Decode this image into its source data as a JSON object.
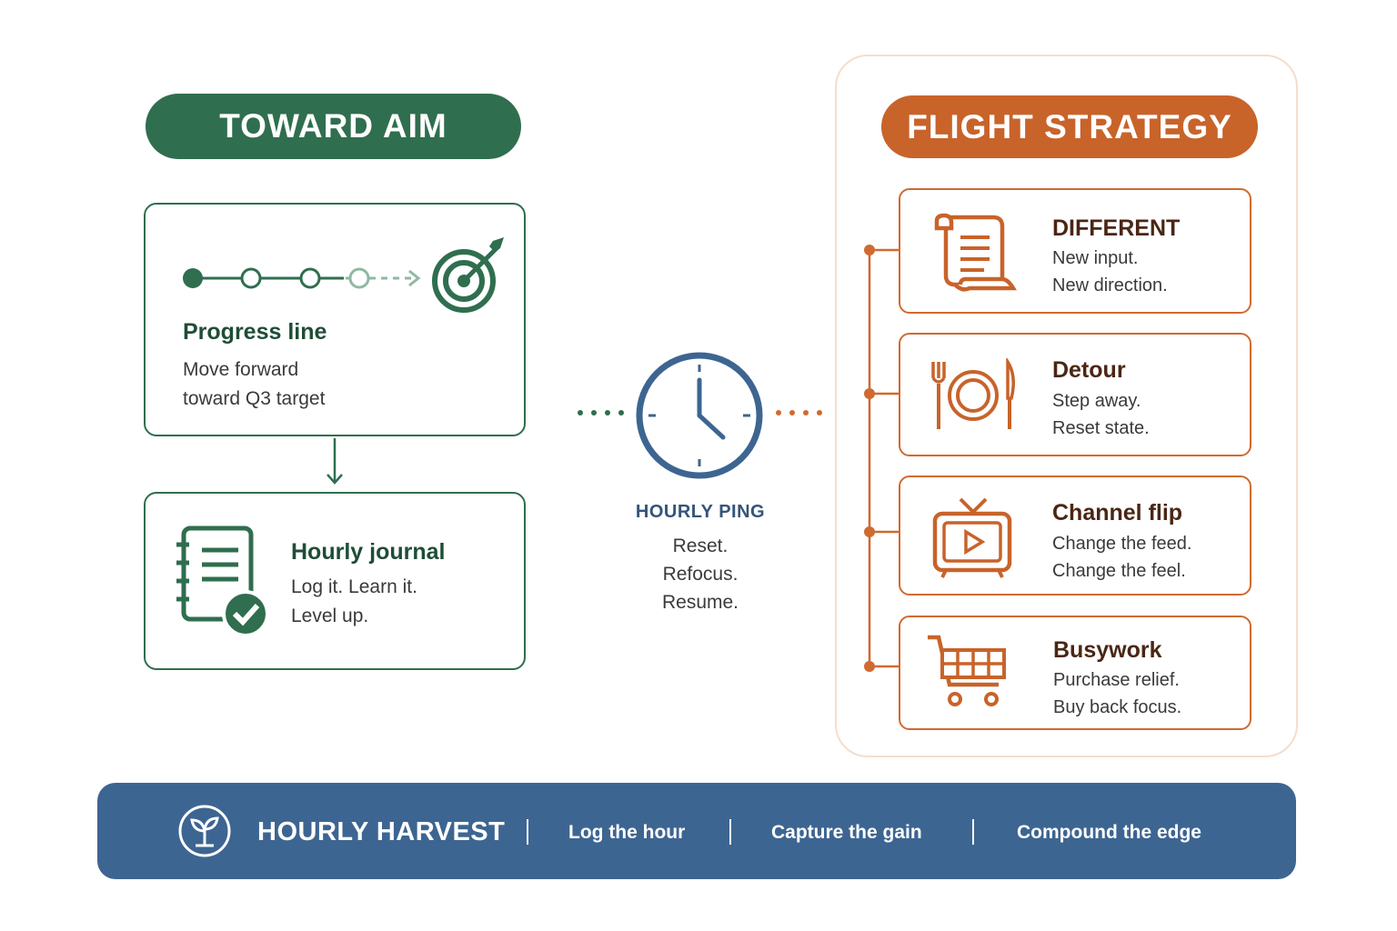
{
  "left": {
    "pill_label": "TOWARD AIM",
    "progress_card": {
      "title": "Progress line",
      "line1": "Move forward",
      "line2": "toward Q3 target",
      "icon": "target-icon"
    },
    "journal_card": {
      "title": "Hourly journal",
      "line1": "Log it. Learn it.",
      "line2": "Level up.",
      "icon": "journal-check-icon"
    }
  },
  "center": {
    "title": "HOURLY PING",
    "lines": [
      "Reset.",
      "Refocus.",
      "Resume."
    ],
    "icon": "clock-icon"
  },
  "right": {
    "pill_label": "FLIGHT STRATEGY",
    "cards": [
      {
        "title": "DIFFERENT",
        "line1": "New input.",
        "line2": "New direction.",
        "icon": "scroll-icon"
      },
      {
        "title": "Detour",
        "line1": "Step away.",
        "line2": "Reset state.",
        "icon": "plate-cutlery-icon"
      },
      {
        "title": "Channel flip",
        "line1": "Change the feed.",
        "line2": "Change the feel.",
        "icon": "tv-icon"
      },
      {
        "title": "Busywork",
        "line1": "Purchase relief.",
        "line2": "Buy back focus.",
        "icon": "shopping-cart-icon"
      }
    ]
  },
  "bar": {
    "title": "HOURLY HARVEST",
    "items": [
      "Log the hour",
      "Capture the gain",
      "Compound the edge"
    ],
    "icon": "sprout-icon"
  },
  "colors": {
    "green": "#2f6e4e",
    "orange": "#c8632a",
    "blue": "#3d6591"
  }
}
